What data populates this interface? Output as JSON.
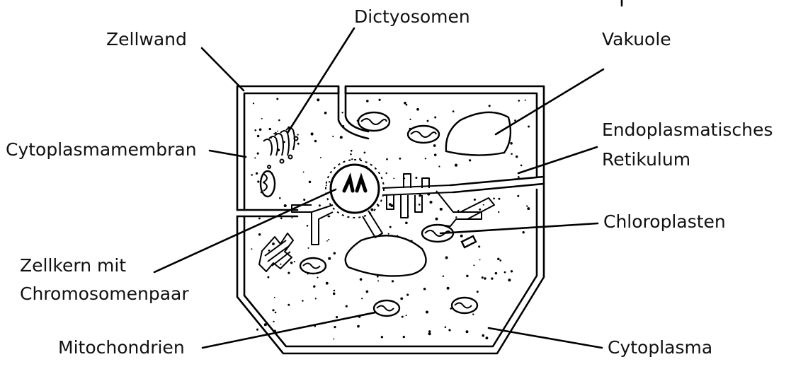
{
  "labels": {
    "zellwand": "Zellwand",
    "dictyosomen": "Dictyosomen",
    "vakuole": "Vakuole",
    "cytoplasmamembran": "Cytoplasmamembran",
    "endoplasmatisches_line1": "Endoplasmatisches",
    "endoplasmatisches_line2": "Retikulum",
    "chloroplasten": "Chloroplasten",
    "zellkern_line1": "Zellkern mit",
    "zellkern_line2": "Chromosomenpaar",
    "mitochondrien": "Mitochondrien",
    "cytoplasma": "Cytoplasma"
  },
  "colors": {
    "ink": "#000000",
    "background": "#ffffff"
  }
}
